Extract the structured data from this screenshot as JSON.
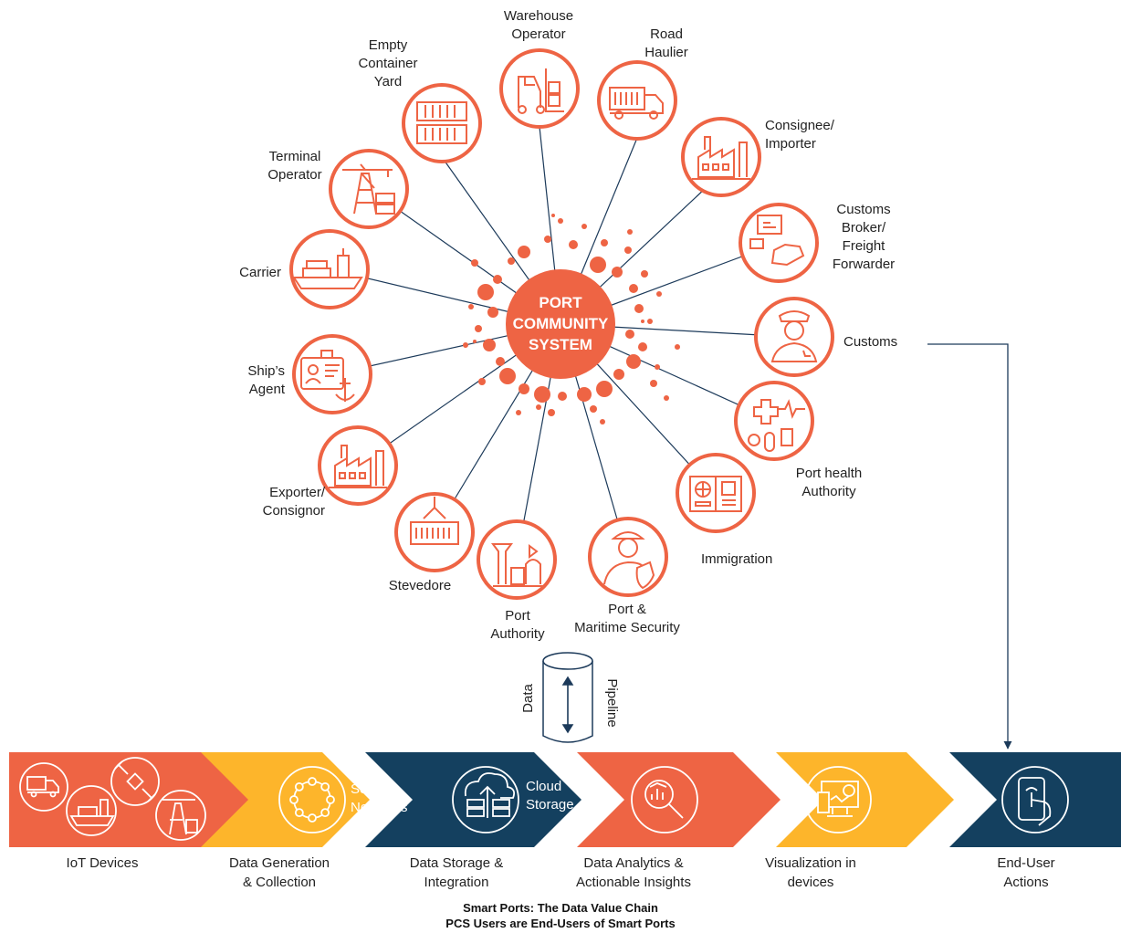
{
  "center": {
    "line1": "PORT",
    "line2": "COMMUNITY",
    "line3": "SYSTEM"
  },
  "stakeholders": {
    "warehouse": "Warehouse\nOperator",
    "road": "Road\nHaulier",
    "empty_yard": "Empty\nContainer\nYard",
    "consignee": "Consignee/\nImporter",
    "terminal": "Terminal\nOperator",
    "broker": "Customs\nBroker/\nFreight\nForwarder",
    "carrier": "Carrier",
    "customs": "Customs",
    "ships_agent": "Ship’s\nAgent",
    "port_health": "Port health\nAuthority",
    "exporter": "Exporter/\nConsignor",
    "immigration": "Immigration",
    "stevedore": "Stevedore",
    "port_authority": "Port\nAuthority",
    "security": "Port &\nMaritime Security"
  },
  "pipeline": {
    "left": "Data",
    "right": "Pipeline"
  },
  "chain": {
    "sensor": "Sensor\nNetworks",
    "cloud": "Cloud\nStorage",
    "stages": [
      "IoT Devices",
      "Data Generation\n& Collection",
      "Data Storage &\nIntegration",
      "Data Analytics &\nActionable Insights",
      "Visualization in\ndevices",
      "End-User\nActions"
    ]
  },
  "caption": {
    "line1": "Smart Ports: The Data Value Chain",
    "line2": "PCS Users are End-Users of Smart Ports"
  },
  "colors": {
    "orange": "#EE6444",
    "yellow": "#FDB52B",
    "navy": "#14405F",
    "line": "#1C3A5A"
  }
}
